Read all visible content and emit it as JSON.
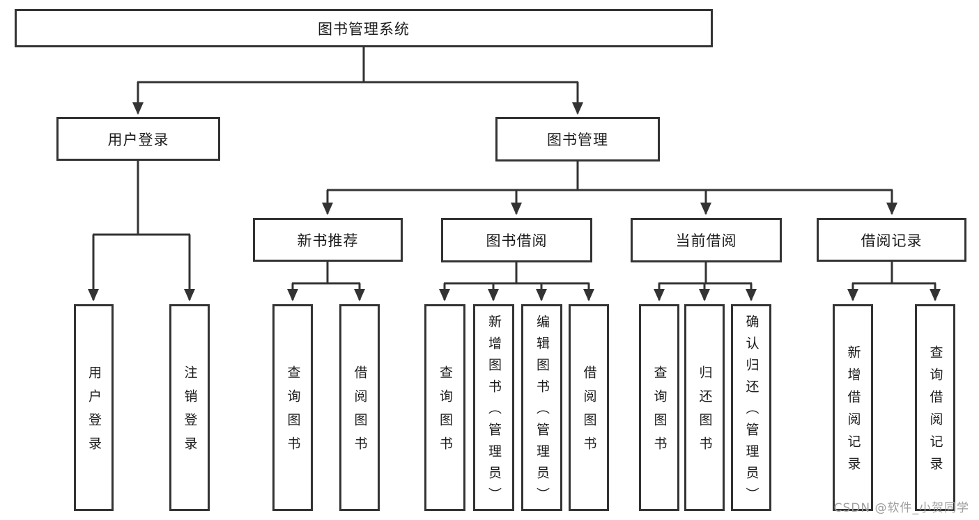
{
  "diagram_type": "functional-structure-tree",
  "tree": {
    "root": {
      "label": "图书管理系统",
      "children": [
        {
          "label": "用户登录",
          "children": [
            {
              "label": "用户登录"
            },
            {
              "label": "注销登录"
            }
          ]
        },
        {
          "label": "图书管理",
          "children": [
            {
              "label": "新书推荐",
              "children": [
                {
                  "label": "查询图书"
                },
                {
                  "label": "借阅图书"
                }
              ]
            },
            {
              "label": "图书借阅",
              "children": [
                {
                  "label": "查询图书"
                },
                {
                  "label": "新增图书（管理员）"
                },
                {
                  "label": "编辑图书（管理员）"
                },
                {
                  "label": "借阅图书"
                }
              ]
            },
            {
              "label": "当前借阅",
              "children": [
                {
                  "label": "查询图书"
                },
                {
                  "label": "归还图书"
                },
                {
                  "label": "确认归还（管理员）"
                }
              ]
            },
            {
              "label": "借阅记录",
              "children": [
                {
                  "label": "新增借阅记录"
                },
                {
                  "label": "查询借阅记录"
                }
              ]
            }
          ]
        }
      ]
    }
  },
  "watermark": {
    "text": "CSDN @软件_小贺同学"
  },
  "colors": {
    "line": "#333333",
    "bg": "#ffffff",
    "text": "#1c1c1c",
    "watermark": "#9e9e9e"
  }
}
